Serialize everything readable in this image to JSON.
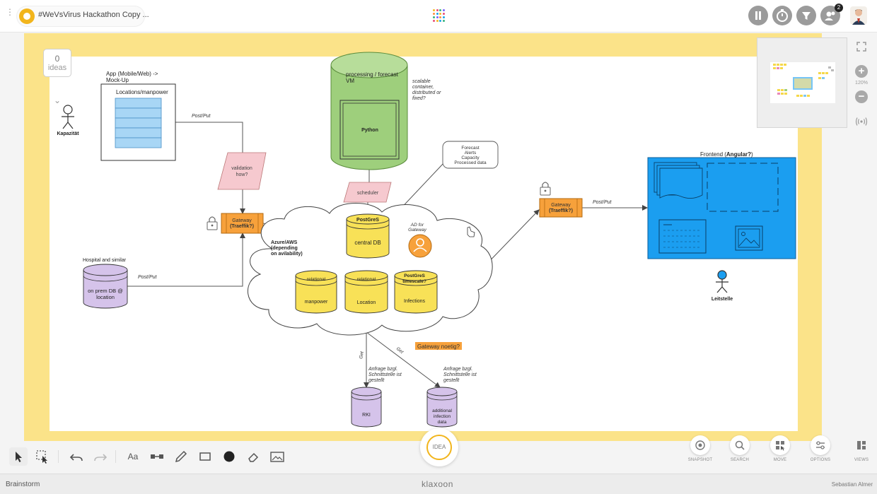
{
  "header": {
    "session_title": "#WeVsVirus Hackathon Copy ...",
    "participants_badge": "2"
  },
  "board": {
    "ideas_count": "0",
    "ideas_label": "ideas",
    "zoom_level": "120%"
  },
  "diagram": {
    "app_title": "App (Mobile/Web) ->",
    "app_subtitle": "Mock-Up",
    "app_inner_title": "Locations/manpower",
    "kapazitaet_label": "Kapazität",
    "post_put_1": "Post/Put",
    "validation_1": "validation",
    "validation_2": "how?",
    "gateway_left_1": "Gateway",
    "gateway_left_2": "(Traeffik?)",
    "processing_1": "processing / forecast",
    "processing_2": "VM",
    "python_label": "Python",
    "scalable_1": "scalable",
    "scalable_2": "container,",
    "scalable_3": "distributed or",
    "scalable_4": "fixed?",
    "forecast_1": "Forecast",
    "forecast_2": "Alerts",
    "forecast_3": "Capacity",
    "forecast_4": "Processed data",
    "scheduler_label": "scheduler",
    "postgres_label": "PostGreS",
    "central_db_label": "central DB",
    "ad_1": "AD for",
    "ad_2": "Gateway",
    "azure_1": "Azure/AWS",
    "azure_2": "(depending",
    "azure_3": "on avilability)",
    "relational_1": "relational",
    "manpower_label": "manpower",
    "relational_2": "relational",
    "location_label": "Location",
    "timescale_1": "PostGreS",
    "timescale_2": "timescale?",
    "infections_label": "Infections",
    "hospital_label": "Hospital and similar",
    "on_prem_1": "on prem DB @",
    "on_prem_2": "location",
    "post_put_2": "Post/Put",
    "gateway_right_1": "Gateway",
    "gateway_right_2": "(Traeffik?)",
    "post_put_3": "Post/Put",
    "frontend_prefix": "Frontend (",
    "frontend_bold": "Angular?",
    "frontend_suffix": ")",
    "leitstelle_label": "Leitstelle",
    "gateway_noetig": "Gateway noetig?",
    "get_1": "Get",
    "get_2": "Get",
    "anfrage_left_1": "Anfrage bzgl.",
    "anfrage_left_2": "Schnittstelle ist",
    "anfrage_left_3": "gestellt",
    "anfrage_right_1": "Anfrage bzgl.",
    "anfrage_right_2": "Schnittstelle ist",
    "anfrage_right_3": "gestellt",
    "rki_label": "RKI",
    "additional_1": "additional",
    "additional_2": "infection",
    "additional_3": "data"
  },
  "toolbar": {
    "text_tool_label": "Aa",
    "idea_label": "IDEA",
    "actions": {
      "snapshot": "SNAPSHOT",
      "search": "SEARCH",
      "move": "MOVE",
      "options": "OPTIONS",
      "views": "VIEWS"
    }
  },
  "status": {
    "mode": "Brainstorm",
    "brand": "klaxoon",
    "user": "Sebastian Almer"
  },
  "colors": {
    "accent_yellow": "#f2b51c",
    "board_frame": "#fbe389",
    "frontend_blue": "#1b9ef0",
    "gateway_orange": "#f7a13b",
    "db_yellow": "#f8e157",
    "vm_green": "#9ecf7c",
    "external_db_purple": "#d5c3ea",
    "validation_pink": "#f6c9cf"
  },
  "icons": [
    "kebab-icon",
    "session-logo-icon",
    "pause-icon",
    "timer-icon",
    "filter-icon",
    "participants-icon",
    "lock-icon",
    "user-icon",
    "image-icon",
    "fullscreen-icon",
    "zoom-in-icon",
    "zoom-out-icon",
    "broadcast-icon",
    "select-icon",
    "multi-select-icon",
    "undo-icon",
    "redo-icon",
    "connector-icon",
    "pen-icon",
    "shape-icon",
    "color-icon",
    "eraser-icon",
    "picture-icon",
    "camera-icon",
    "search-icon",
    "move-icon",
    "options-icon",
    "views-icon"
  ]
}
